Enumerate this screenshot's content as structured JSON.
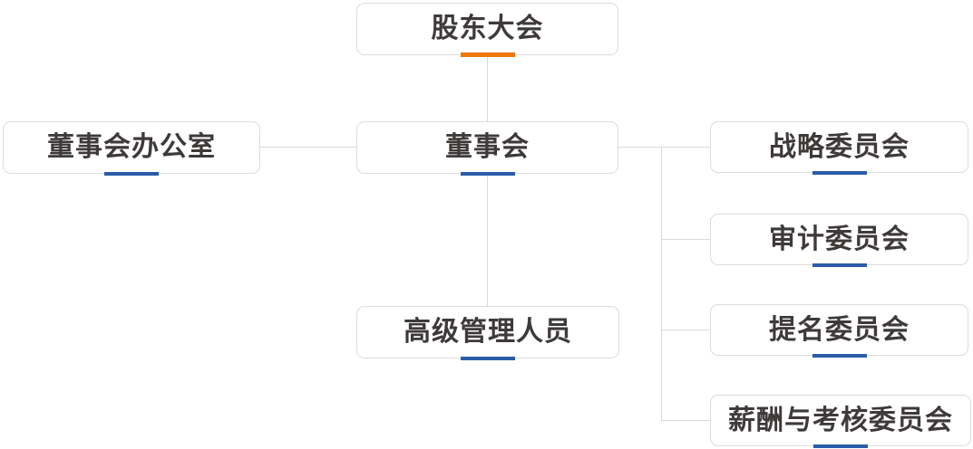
{
  "colors": {
    "accent_orange": "#ee7800",
    "accent_blue": "#2a5caa",
    "box_border": "#dcdcdc",
    "connector": "#d9d9d9",
    "text": "#3e3a39"
  },
  "org_chart": {
    "shareholders": {
      "label": "股东大会"
    },
    "board_office": {
      "label": "董事会办公室"
    },
    "board": {
      "label": "董事会"
    },
    "senior_management": {
      "label": "高级管理人员"
    },
    "committees": [
      {
        "label": "战略委员会"
      },
      {
        "label": "审计委员会"
      },
      {
        "label": "提名委员会"
      },
      {
        "label": "薪酬与考核委员会"
      }
    ]
  }
}
